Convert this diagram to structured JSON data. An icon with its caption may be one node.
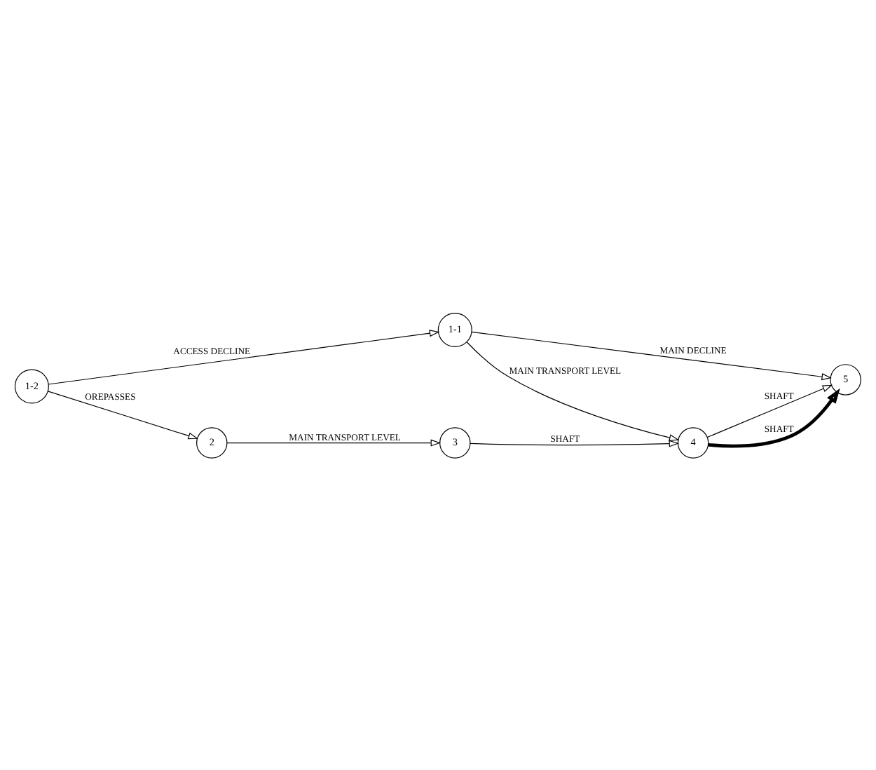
{
  "diagram": {
    "nodes": [
      {
        "text": [
          "5"
        ]
      },
      {
        "text": [
          "1-1"
        ]
      },
      {
        "text": [
          "4"
        ]
      },
      {
        "text": [
          "1-2"
        ]
      },
      {
        "text": [
          "2"
        ]
      },
      {
        "text": [
          "3"
        ]
      }
    ],
    "edges": [
      {
        "from": 3,
        "to": 1,
        "arrow": "to",
        "label": "ACCESS DECLINE"
      },
      {
        "from": 1,
        "to": 0,
        "arrow": "to",
        "label": "MAIN DECLINE"
      },
      {
        "from": 1,
        "to": 2,
        "arrow": "to",
        "label": "MAIN TRANSPORT LEVEL"
      },
      {
        "from": 2,
        "to": 0,
        "arrow": "to",
        "label": "SHAFT"
      },
      {
        "from": 2,
        "to": 0,
        "arrow": "to",
        "label": "SHAFT",
        "style": "thick"
      },
      {
        "from": 3,
        "to": 4,
        "arrow": "to",
        "label": "OREPASSES"
      },
      {
        "from": 4,
        "to": 5,
        "arrow": "to",
        "label": "MAIN TRANSPORT LEVEL"
      },
      {
        "from": 5,
        "to": 2,
        "arrow": "to",
        "label": "SHAFT"
      }
    ]
  }
}
